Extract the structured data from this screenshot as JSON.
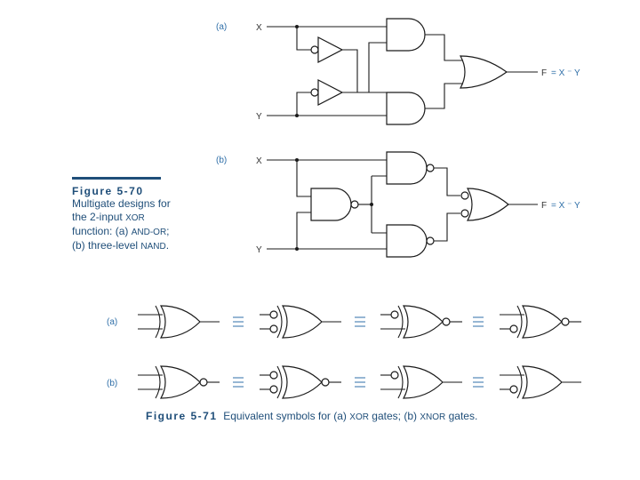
{
  "figure_70": {
    "number": "Figure 5-70",
    "caption_line1": "Multigate designs for",
    "caption_line2": "the 2-input",
    "caption_xor": "XOR",
    "caption_line3": "function: (a)",
    "caption_andor": "AND-OR",
    "caption_line3_end": ";",
    "caption_line4": "(b) three-level",
    "caption_nand": "NAND",
    "caption_line4_end": ".",
    "part_a": {
      "label": "(a)",
      "input_x": "X",
      "input_y": "Y",
      "output": "F",
      "expression": "= X ⁻ Y"
    },
    "part_b": {
      "label": "(b)",
      "input_x": "X",
      "input_y": "Y",
      "output": "F",
      "expression": "= X ⁻ Y"
    }
  },
  "figure_71": {
    "number": "Figure 5-71",
    "caption_prefix": "Equivalent symbols for (a)",
    "caption_xor": "XOR",
    "caption_mid": "gates; (b)",
    "caption_xnor": "XNOR",
    "caption_end": "gates.",
    "row_a_label": "(a)",
    "row_b_label": "(b)",
    "equivalence_symbol": "≡"
  },
  "colors": {
    "line": "#1a1a1a",
    "caption_blue": "#1f4e79",
    "accent_blue": "#2f6fa8"
  }
}
